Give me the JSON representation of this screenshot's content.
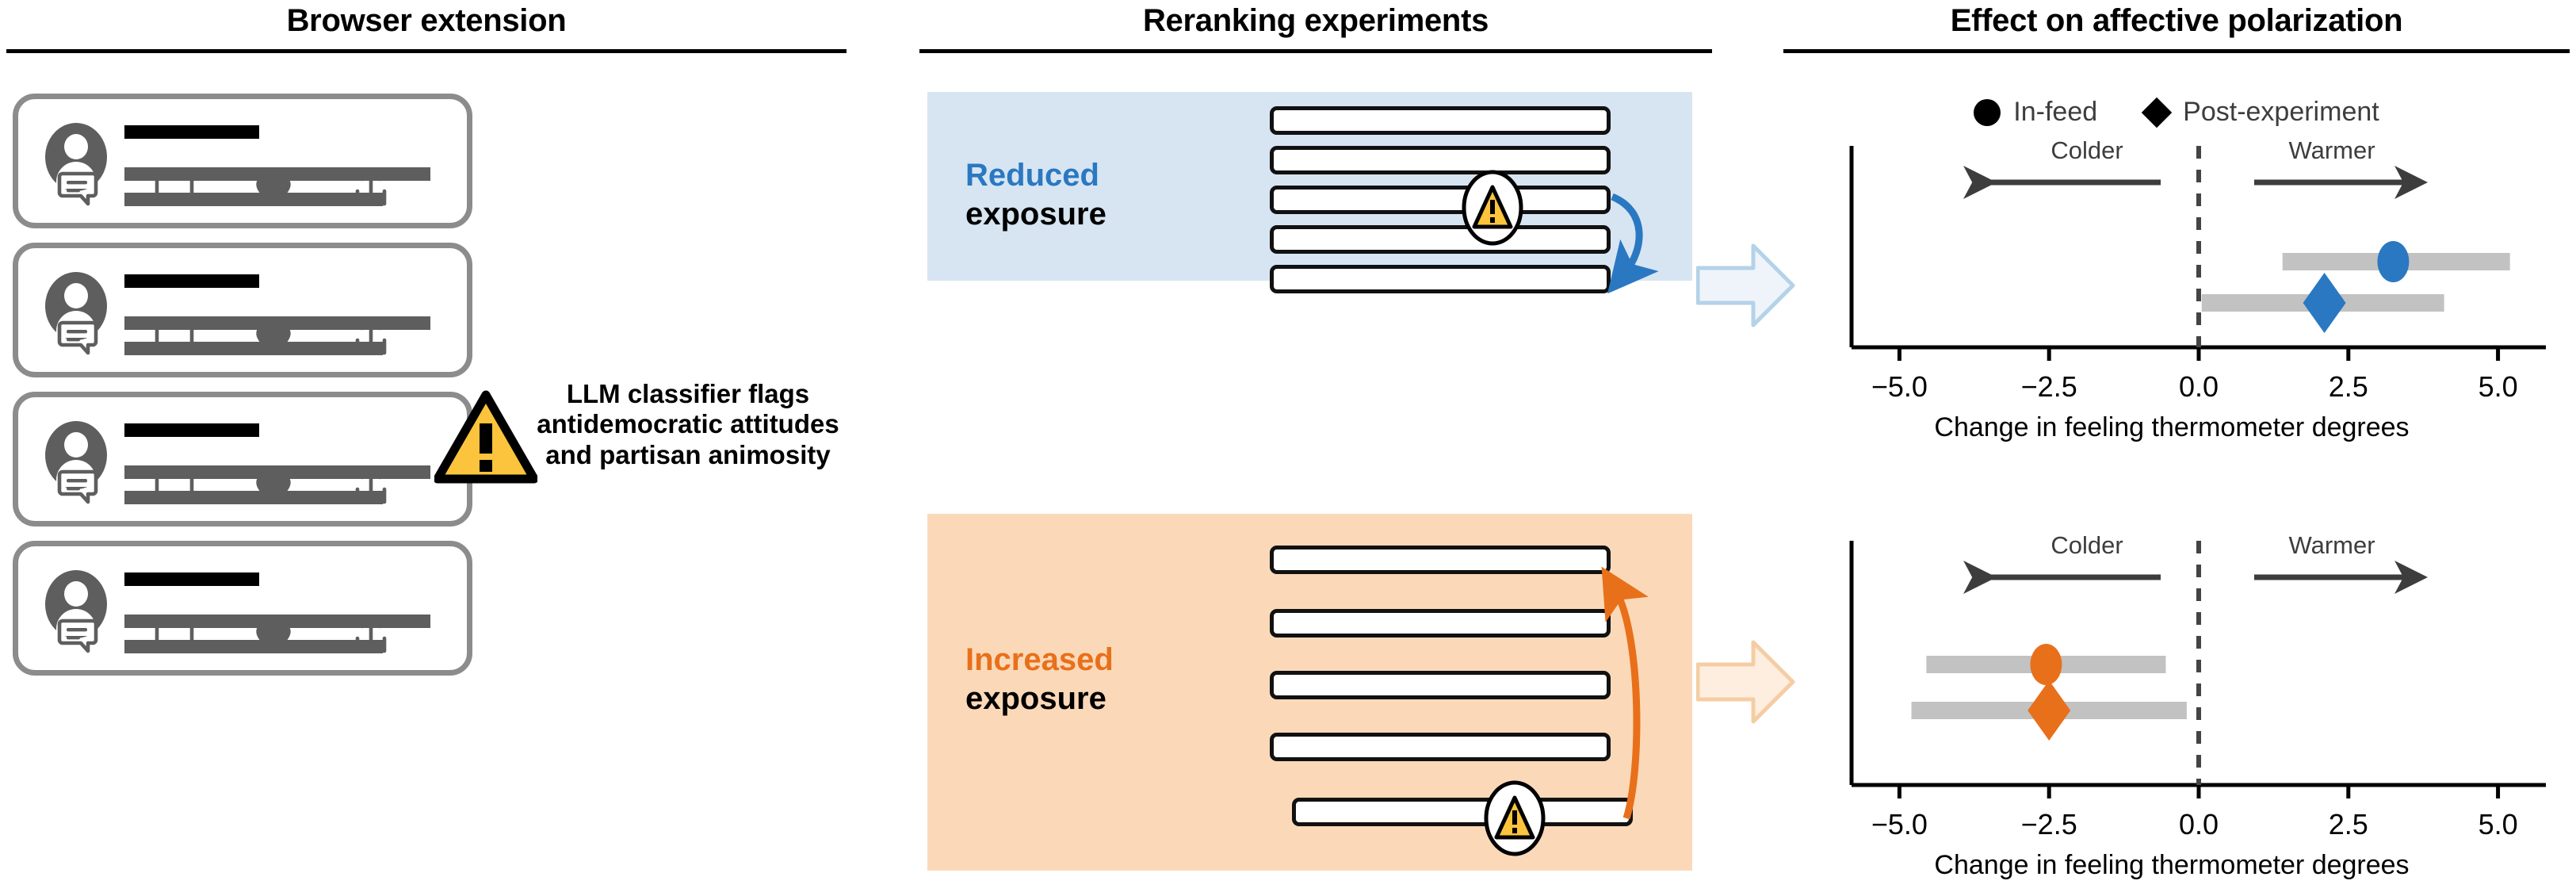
{
  "figure": {
    "panels": [
      {
        "id": "browser-extension",
        "title": "Browser extension"
      },
      {
        "id": "reranking-experiments",
        "title": "Reranking experiments"
      },
      {
        "id": "effect-on-affective-polarization",
        "title": "Effect on affective polarization"
      }
    ]
  },
  "left_panel": {
    "title": "Browser extension",
    "annotation": "LLM classifier flags antidemocratic attitudes and partisan animosity",
    "post_action_icons": [
      "comment-icon",
      "retweet-icon",
      "heart-icon",
      "share-icon"
    ],
    "posts": [
      {
        "index": 1,
        "avatar": "user-avatar",
        "flagged": false
      },
      {
        "index": 2,
        "avatar": "user-avatar",
        "flagged": true
      },
      {
        "index": 3,
        "avatar": "user-avatar",
        "flagged": false
      },
      {
        "index": 4,
        "avatar": "user-avatar",
        "flagged": false
      }
    ],
    "warning_icon_name": "warning-triangle-icon"
  },
  "middle_panel": {
    "title": "Reranking experiments",
    "conditions": [
      {
        "id": "reduced",
        "word1": "Reduced",
        "word2": "exposure",
        "accent": "#2a78c2",
        "background": "#d7e5f2",
        "flagged_item_position": 3,
        "item_count": 5,
        "arrow_direction": "down",
        "arrow_color": "#2a78c2"
      },
      {
        "id": "increased",
        "word1": "Increased",
        "word2": "exposure",
        "accent": "#e8701a",
        "background": "#fbd9b8",
        "flagged_item_position": 5,
        "item_count": 5,
        "arrow_direction": "up",
        "arrow_color": "#e8701a"
      }
    ]
  },
  "right_panel": {
    "title": "Effect on affective polarization",
    "legend": [
      {
        "marker": "circle",
        "label": "In-feed"
      },
      {
        "marker": "diamond",
        "label": "Post-experiment"
      }
    ]
  },
  "chart_data": [
    {
      "id": "reduced-exposure-effects",
      "type": "scatter",
      "title": "",
      "xlabel": "Change in feeling thermometer degrees",
      "ylabel": "",
      "xlim": [
        -5.8,
        5.8
      ],
      "xticks": [
        -5.0,
        -2.5,
        0.0,
        2.5,
        5.0
      ],
      "xticklabels": [
        "−5.0",
        "−2.5",
        "0.0",
        "2.5",
        "5.0"
      ],
      "grid": false,
      "reference_line": 0.0,
      "direction_annotations": [
        {
          "label": "Colder",
          "direction": "left"
        },
        {
          "label": "Warmer",
          "direction": "right"
        }
      ],
      "series": [
        {
          "name": "In-feed",
          "marker": "circle",
          "color": "#2a78c2",
          "estimate": 3.25,
          "ci_low": 1.4,
          "ci_high": 5.2
        },
        {
          "name": "Post-experiment",
          "marker": "diamond",
          "color": "#2a78c2",
          "estimate": 2.1,
          "ci_low": 0.05,
          "ci_high": 4.1
        }
      ]
    },
    {
      "id": "increased-exposure-effects",
      "type": "scatter",
      "title": "",
      "xlabel": "Change in feeling thermometer degrees",
      "ylabel": "",
      "xlim": [
        -5.8,
        5.8
      ],
      "xticks": [
        -5.0,
        -2.5,
        0.0,
        2.5,
        5.0
      ],
      "xticklabels": [
        "−5.0",
        "−2.5",
        "0.0",
        "2.5",
        "5.0"
      ],
      "grid": false,
      "reference_line": 0.0,
      "direction_annotations": [
        {
          "label": "Colder",
          "direction": "left"
        },
        {
          "label": "Warmer",
          "direction": "right"
        }
      ],
      "series": [
        {
          "name": "In-feed",
          "marker": "circle",
          "color": "#e8701a",
          "estimate": -2.55,
          "ci_low": -4.55,
          "ci_high": -0.55
        },
        {
          "name": "Post-experiment",
          "marker": "diamond",
          "color": "#e8701a",
          "estimate": -2.5,
          "ci_low": -4.8,
          "ci_high": -0.2
        }
      ]
    }
  ]
}
